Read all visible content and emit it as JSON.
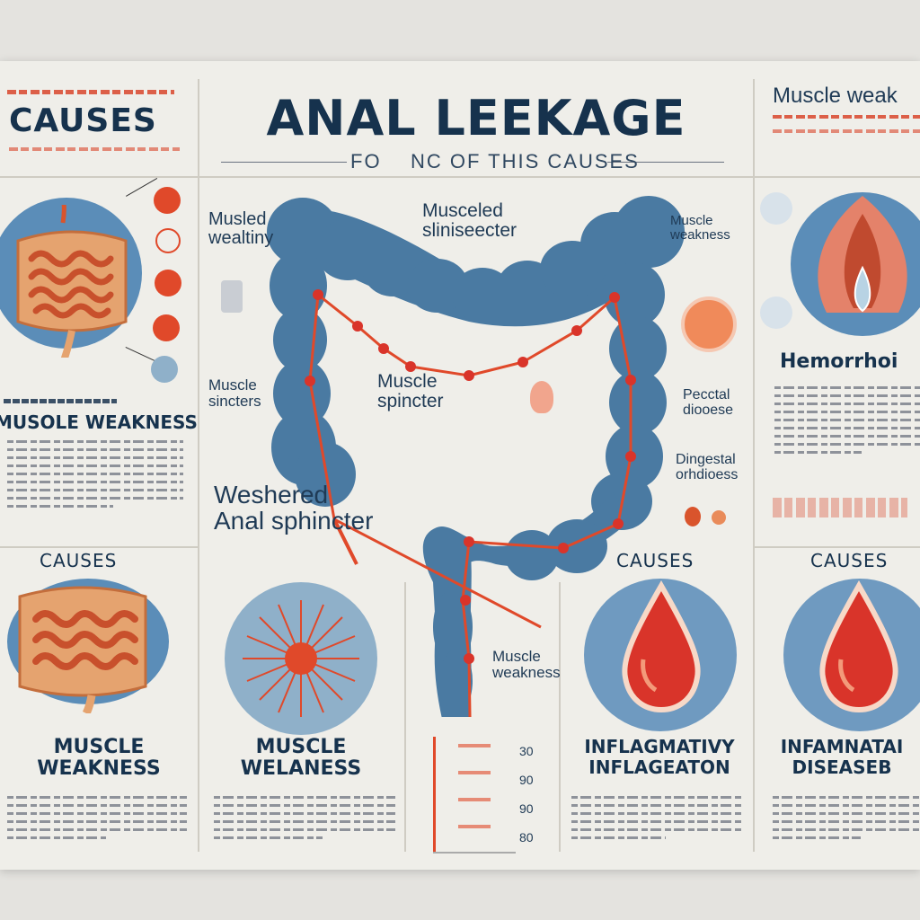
{
  "header": {
    "title": "ANAL LEEKAGE",
    "subtitle": "FO    NC OF THIS CAUSES",
    "left_heading": "CAUSES",
    "right_heading": "Muscle weak"
  },
  "left_panel": {
    "heading": "MUSOLE WEAKNESS"
  },
  "diagram_labels": {
    "musled_weakness": "Musled\nwealtiny",
    "musceled_sphincter": "Musceled\nsliniseecter",
    "muscle_weakness_top_right": "Muscle\nweakness",
    "muscle_sphincter_left": "Muscle\nsincters",
    "muscle_sphincter_center": "Muscle\nspincter",
    "weakened_anal_sphincter": "Weshered\nAnal sphincter",
    "rectal_disease": "Pecctal\ndiooese",
    "digestive_disorders": "Dingestal\norhdioess",
    "muscle_weakness_bottom": "Muscle\nweakness"
  },
  "right_panel": {
    "heading": "Hemorrhoi"
  },
  "bottom_cards": [
    {
      "heading": "CAUSES",
      "label": "MUSCLE\nWEAKNESS"
    },
    {
      "heading": "",
      "label": "MUSCLE\nWELANESS"
    },
    {
      "heading": "CAUSES",
      "label": "INFLAGMATIVY\nINFLAGEATON"
    },
    {
      "heading": "CAUSES",
      "label": "INFAMNATAI\nDISEASEB"
    }
  ],
  "scale": {
    "ticks": [
      "30",
      "90",
      "90",
      "80"
    ]
  },
  "colors": {
    "navy": "#16324d",
    "colon_blue": "#4a7aa2",
    "accent_red": "#e0492a",
    "poster_bg": "#efeee9"
  }
}
